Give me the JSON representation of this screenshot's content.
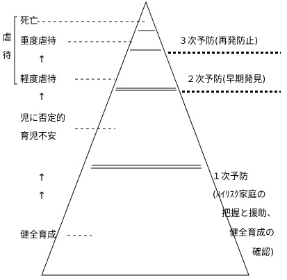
{
  "diagram": {
    "levels": {
      "death": "死亡",
      "severe_abuse": "重度虐待",
      "mild_abuse": "軽度虐待",
      "negative_parenting_line1": "児に否定的",
      "negative_parenting_line2": "育児不安",
      "healthy_development": "健全育成"
    },
    "bracket_label": "虐待",
    "arrow_glyph": "↑",
    "prevention": {
      "tertiary": "３次予防(再発防止)",
      "secondary": "２次予防(早期発見)",
      "primary_title": "１次予防",
      "primary_detail": [
        "(ﾊｲﾘｽｸ家庭の",
        "把握と援助、",
        "健全育成の",
        "確認)"
      ]
    }
  }
}
